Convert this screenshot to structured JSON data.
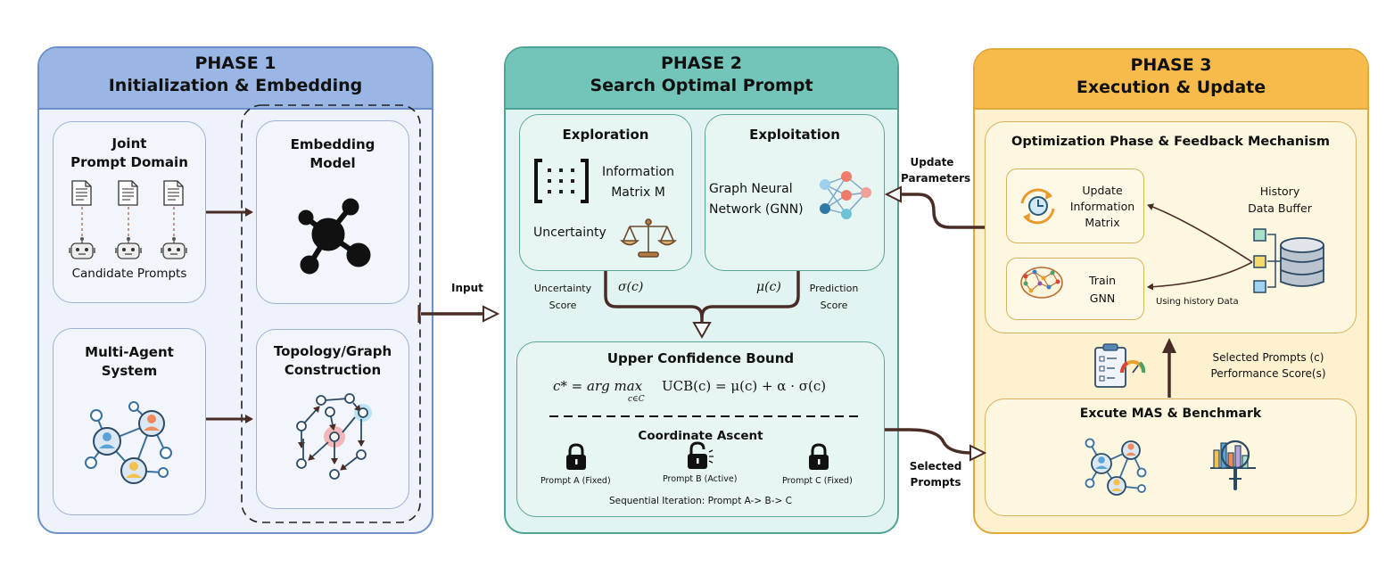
{
  "phase1": {
    "title": "PHASE 1",
    "subtitle": "Initialization & Embedding",
    "joint_domain": {
      "line1": "Joint",
      "line2": "Prompt Domain",
      "caption": "Candidate Prompts"
    },
    "mas": {
      "line1": "Multi-Agent",
      "line2": "System"
    },
    "embedding": {
      "line1": "Embedding",
      "line2": "Model"
    },
    "topology": {
      "line1": "Topology/Graph",
      "line2": "Construction"
    }
  },
  "phase2": {
    "title": "PHASE 2",
    "subtitle": "Search Optimal Prompt",
    "exploration": {
      "title": "Exploration",
      "matrix_line1": "Information",
      "matrix_line2": "Matrix M",
      "uncertainty": "Uncertainty"
    },
    "exploitation": {
      "title": "Exploitation",
      "line1": "Graph Neural",
      "line2": "Network (GNN)"
    },
    "uncertainty_score": {
      "line1": "Uncertainty",
      "line2": "Score"
    },
    "sigma": "σ(c)",
    "mu": "μ(c)",
    "prediction_score": {
      "line1": "Prediction",
      "line2": "Score"
    },
    "ucb": {
      "title": "Upper Confidence Bound",
      "formula_left": "c* = arg max",
      "formula_sub": "c∈C",
      "formula_right": "UCB(c) = μ(c) + α · σ(c)",
      "coord_title": "Coordinate Ascent",
      "locks": [
        "Prompt A (Fixed)",
        "Prompt B (Active)",
        "Prompt C (Fixed)"
      ],
      "iteration": "Sequential Iteration: Prompt A-> B-> C"
    }
  },
  "phase3": {
    "title": "PHASE 3",
    "subtitle": "Execution & Update",
    "opt_title": "Optimization Phase & Feedback Mechanism",
    "update_line1": "Update",
    "update_line2": "Information",
    "update_line3": "Matrix",
    "train_line1": "Train",
    "train_line2": "GNN",
    "history_line1": "History",
    "history_line2": "Data Buffer",
    "using_history": "Using history Data",
    "selected_line1": "Selected Prompts (c)",
    "selected_line2": "Performance Score(s)",
    "execute_title": "Excute MAS & Benchmark"
  },
  "connectors": {
    "input": "Input",
    "update_params_line1": "Update",
    "update_params_line2": "Parameters",
    "selected_prompts_line1": "Selected",
    "selected_prompts_line2": "Prompts"
  },
  "colors": {
    "p1_fill": "#edf2fb",
    "p1_border": "#6d8fc7",
    "p1_head": "#9ab6e4",
    "p2_fill": "#e2f4f1",
    "p2_border": "#4fa394",
    "p2_head": "#72c5b8",
    "p3_fill": "#fdf1cf",
    "p3_border": "#e0a93a",
    "p3_head": "#f6bb4a",
    "arrow": "#4a2c26"
  }
}
